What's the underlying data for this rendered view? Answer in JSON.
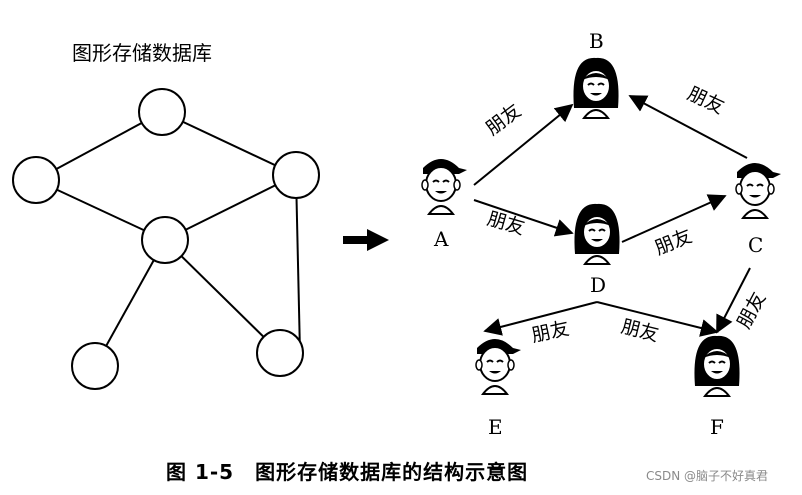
{
  "graph_title": "图形存储数据库",
  "caption": "图 1-5　图形存储数据库的结构示意图",
  "watermark": "CSDN @脑子不好真君",
  "persons": [
    {
      "id": "A",
      "label": "A",
      "gender": "male"
    },
    {
      "id": "B",
      "label": "B",
      "gender": "female"
    },
    {
      "id": "C",
      "label": "C",
      "gender": "male"
    },
    {
      "id": "D",
      "label": "D",
      "gender": "female"
    },
    {
      "id": "E",
      "label": "E",
      "gender": "male"
    },
    {
      "id": "F",
      "label": "F",
      "gender": "female"
    }
  ],
  "relations": [
    {
      "from": "A",
      "to": "B",
      "label": "朋友"
    },
    {
      "from": "C",
      "to": "B",
      "label": "朋友"
    },
    {
      "from": "A",
      "to": "D",
      "label": "朋友"
    },
    {
      "from": "D",
      "to": "C",
      "label": "朋友"
    },
    {
      "from": "C",
      "to": "F",
      "label": "朋友"
    },
    {
      "from": "D",
      "to": "E",
      "label": "朋友"
    },
    {
      "from": "D",
      "to": "F",
      "label": "朋友"
    }
  ],
  "arrow_icon": "right-arrow-icon",
  "colors": {
    "ink": "#000000",
    "watermark": "#8a8a8a"
  }
}
